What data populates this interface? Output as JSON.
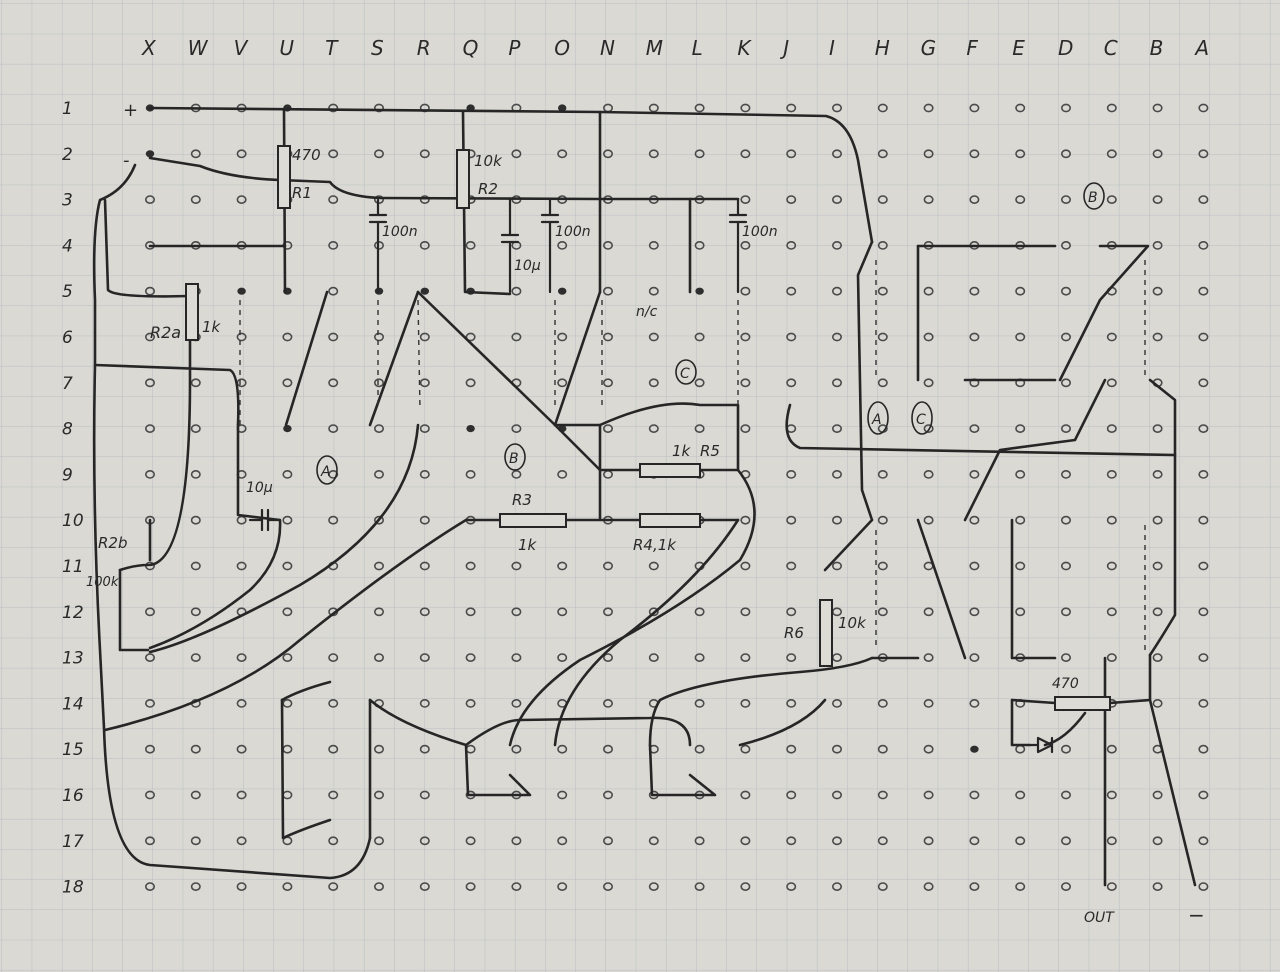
{
  "columns": [
    "X",
    "W",
    "V",
    "U",
    "T",
    "S",
    "R",
    "Q",
    "P",
    "O",
    "N",
    "M",
    "L",
    "K",
    "J",
    "I",
    "H",
    "G",
    "F",
    "E",
    "D",
    "C",
    "B",
    "A"
  ],
  "rows": [
    "1",
    "2",
    "3",
    "4",
    "5",
    "6",
    "7",
    "8",
    "9",
    "10",
    "11",
    "12",
    "13",
    "14",
    "15",
    "16",
    "17",
    "18"
  ],
  "supply": {
    "plus": "+",
    "minus": "-",
    "ground": "−"
  },
  "components": {
    "r1_value": "470",
    "r1_name": "R1",
    "r2_value": "10k",
    "r2_name": "R2",
    "r3_name": "R3",
    "r3_value": "1k",
    "r4": "R4,1k",
    "r5_value": "1k",
    "r5_name": "R5",
    "r6_name": "R6",
    "r6_value": "10k",
    "r2a_name": "R2a",
    "r2a_value": "1k",
    "r2b_name": "R2b",
    "r2b_value": "100k",
    "r_out_value": "470",
    "c1": "100n",
    "c2": "100n",
    "c3": "100n",
    "c_10u_a": "10µ",
    "c_10u_b": "10µ",
    "nc": "n/c"
  },
  "markers": {
    "a": "A",
    "b": "B",
    "c": "C"
  },
  "out_label": "OUT"
}
